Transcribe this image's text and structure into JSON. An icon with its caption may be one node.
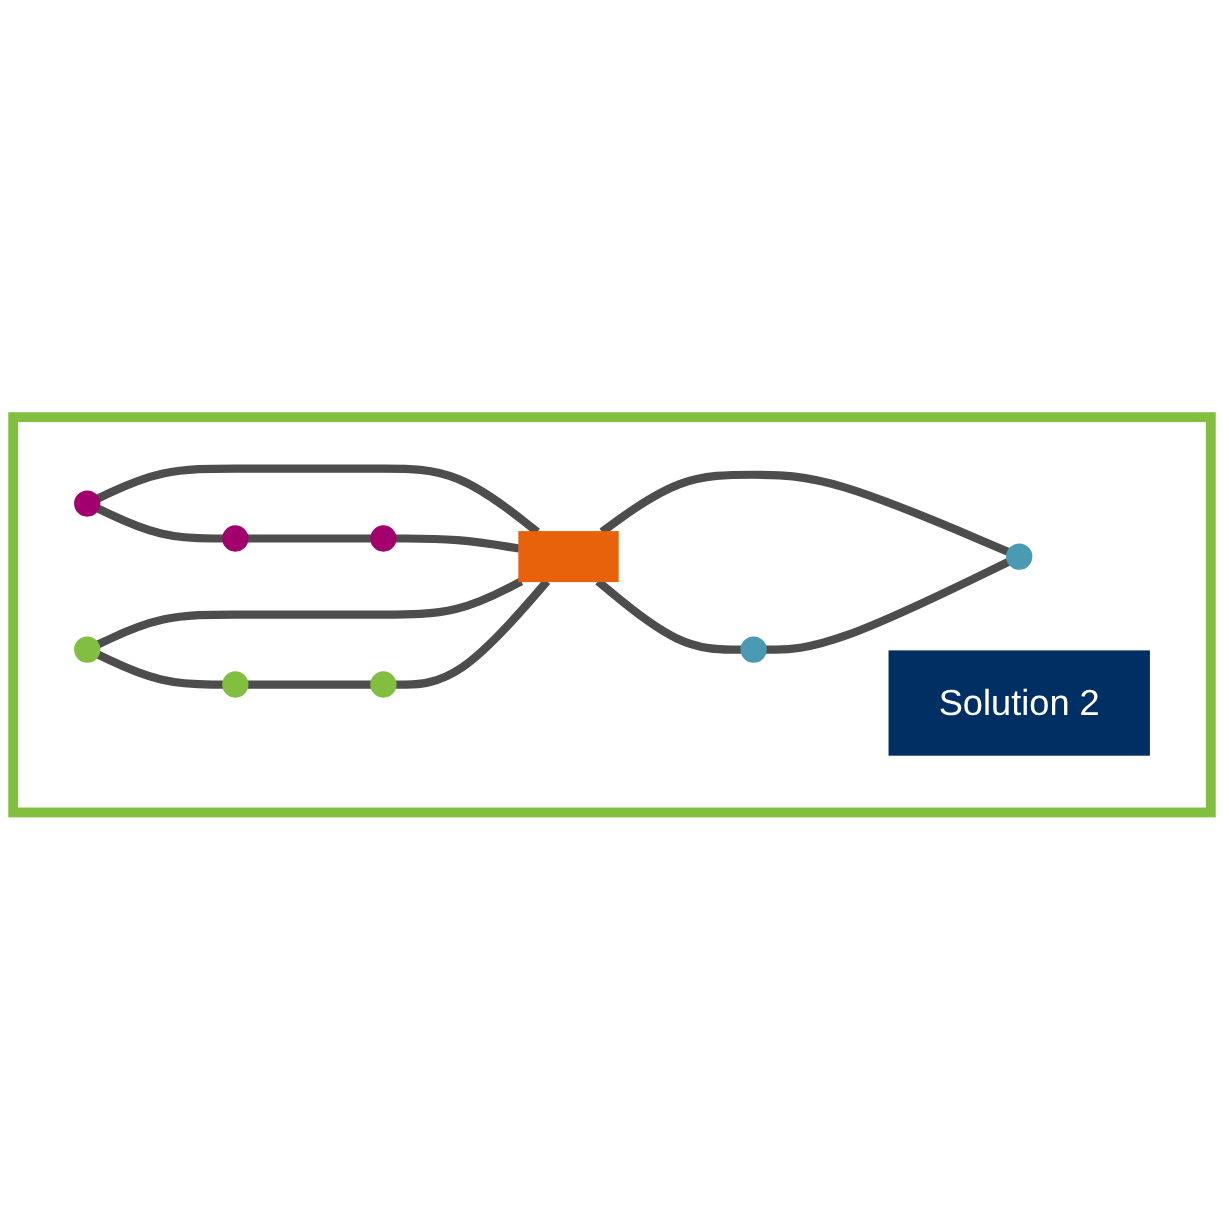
{
  "diagram": {
    "nodes": [
      {
        "text": [],
        "shape": "box"
      },
      {
        "text": [],
        "shape": "circle",
        "in": 0
      },
      {
        "text": [],
        "shape": "circle",
        "in": 0
      },
      {
        "text": [],
        "shape": "circle",
        "in": 0
      },
      {
        "text": [],
        "shape": "circle",
        "in": 0
      },
      {
        "text": [],
        "shape": "circle",
        "in": 0
      },
      {
        "text": [],
        "shape": "box",
        "in": 0
      },
      {
        "text": [],
        "shape": "circle",
        "in": 0
      },
      {
        "text": [
          "Solution 2"
        ],
        "in": 0
      },
      {
        "text": [],
        "shape": "circle",
        "in": 0
      },
      {
        "text": [],
        "shape": "circle",
        "in": 0
      }
    ],
    "edges": [
      {
        "from": 1,
        "to": 6,
        "arrow": "none"
      },
      {
        "from": 1,
        "to": 3,
        "arrow": "none"
      },
      {
        "from": 3,
        "to": 4,
        "arrow": "none"
      },
      {
        "from": 4,
        "to": 6,
        "arrow": "none"
      },
      {
        "from": 2,
        "to": 6,
        "arrow": "none"
      },
      {
        "from": 2,
        "to": 5,
        "arrow": "none"
      },
      {
        "from": 5,
        "to": 7,
        "arrow": "none"
      },
      {
        "from": 7,
        "to": 6,
        "arrow": "none"
      },
      {
        "from": 6,
        "to": 10,
        "arrow": "none"
      },
      {
        "from": 6,
        "to": 9,
        "arrow": "none"
      },
      {
        "from": 10,
        "to": 9,
        "arrow": "none"
      }
    ]
  }
}
